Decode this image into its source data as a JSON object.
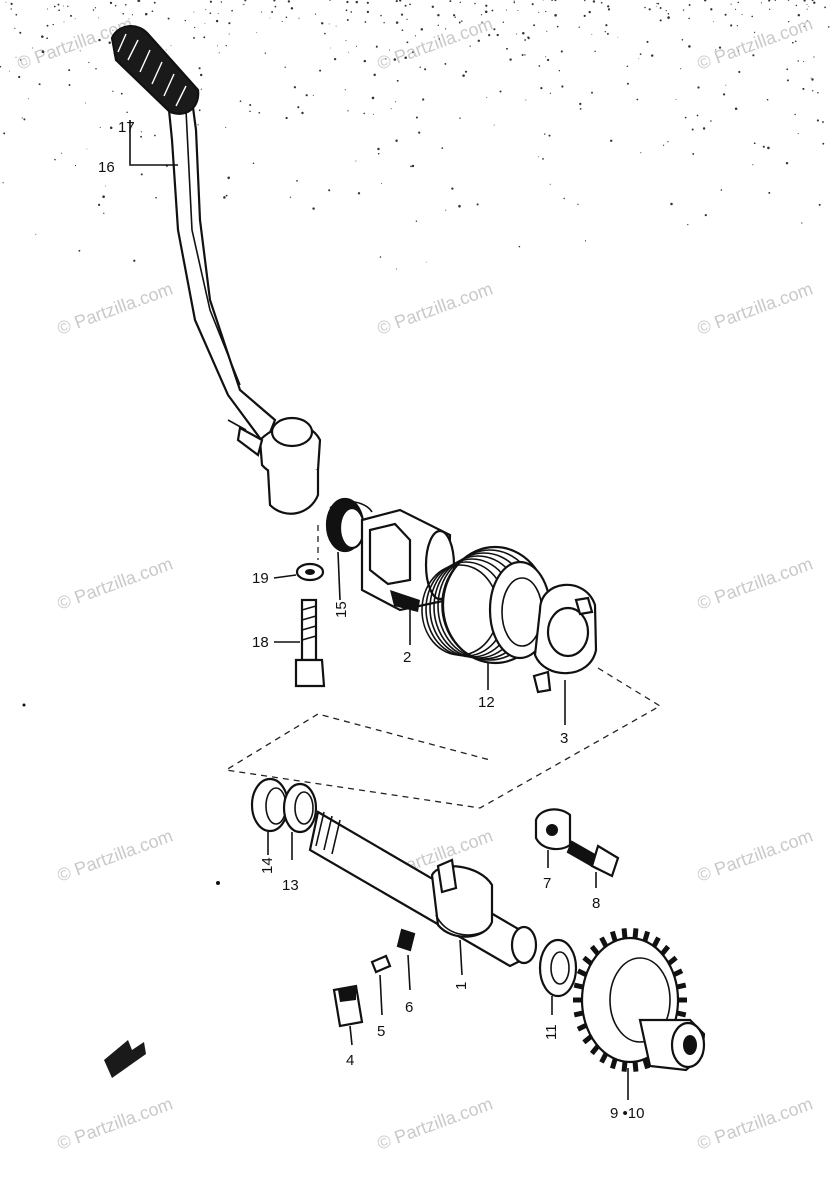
{
  "diagram": {
    "watermark_text": "© Partzilla.com",
    "callouts": [
      {
        "id": "c17",
        "text": "17"
      },
      {
        "id": "c16",
        "text": "16"
      },
      {
        "id": "c19",
        "text": "19"
      },
      {
        "id": "c18",
        "text": "18"
      },
      {
        "id": "c15",
        "text": "15"
      },
      {
        "id": "c2",
        "text": "2"
      },
      {
        "id": "c12",
        "text": "12"
      },
      {
        "id": "c3",
        "text": "3"
      },
      {
        "id": "c14",
        "text": "14"
      },
      {
        "id": "c13",
        "text": "13"
      },
      {
        "id": "c7",
        "text": "7"
      },
      {
        "id": "c8",
        "text": "8"
      },
      {
        "id": "c1",
        "text": "1"
      },
      {
        "id": "c6",
        "text": "6"
      },
      {
        "id": "c5",
        "text": "5"
      },
      {
        "id": "c4",
        "text": "4"
      },
      {
        "id": "c11",
        "text": "11"
      },
      {
        "id": "c910",
        "text": "9 •10"
      }
    ]
  }
}
